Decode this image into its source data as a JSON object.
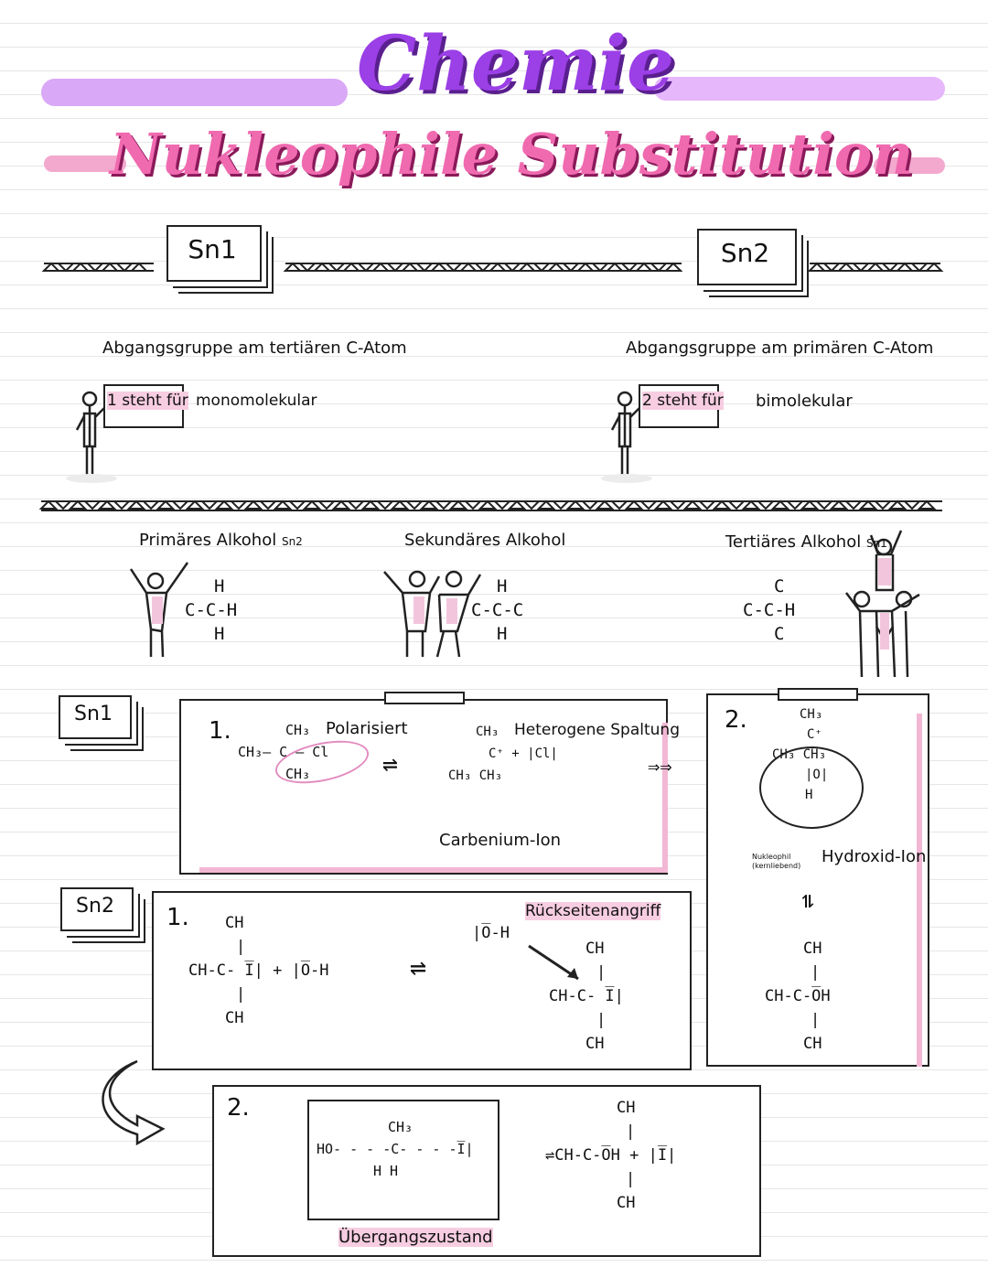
{
  "header": {
    "title": "Chemie",
    "subtitle": "Nukleophile Substitution",
    "colors": {
      "purple": "#9b3fe6",
      "lavender": "#d9a8f7",
      "pink": "#f3a9cd",
      "magenta": "#e02c8f"
    }
  },
  "types": {
    "sn1": {
      "label": "Sn1",
      "description": "Abgangsgruppe am tertiären C-Atom",
      "board": "1 steht für",
      "meaning": "monomolekular"
    },
    "sn2": {
      "label": "Sn2",
      "description": "Abgangsgruppe am primären C-Atom",
      "board": "2 steht für",
      "meaning": "bimolekular"
    }
  },
  "alcohols": {
    "primary": {
      "label": "Primäres Alkohol",
      "tag": "Sn2",
      "formula": [
        "H",
        "C-C-H",
        "H"
      ]
    },
    "secondary": {
      "label": "Sekundäres Alkohol",
      "formula": [
        "H",
        "C-C-C",
        "H"
      ]
    },
    "tertiary": {
      "label": "Tertiäres Alkohol",
      "tag": "Sn1",
      "formula": [
        "C",
        "C-C-H",
        "C"
      ]
    }
  },
  "sn1_mechanism": {
    "tag": "Sn1",
    "step1": {
      "number": "1.",
      "polarized": "Polarisiert",
      "cleavage": "Heterogene Spaltung",
      "carbenium": "Carbenium-Ion"
    },
    "step2": {
      "number": "2.",
      "nucleophile": "Nukleophil (kernliebend)",
      "hydroxide": "Hydroxid-Ion"
    }
  },
  "sn2_mechanism": {
    "tag": "Sn2",
    "step1": {
      "number": "1.",
      "backside": "Rückseitenangriff"
    },
    "step2": {
      "number": "2.",
      "transition": "Übergangszustand"
    }
  }
}
